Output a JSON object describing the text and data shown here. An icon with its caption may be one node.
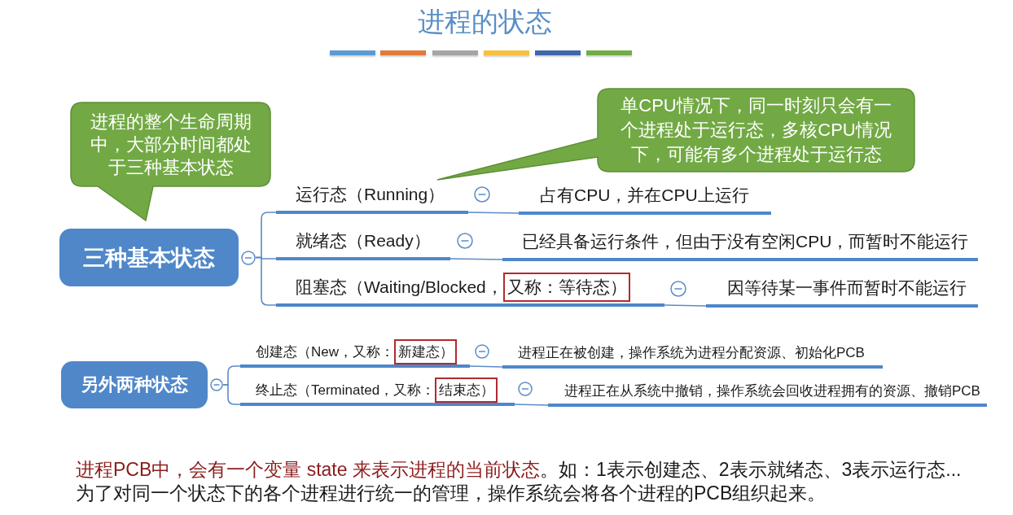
{
  "diagram": {
    "title": "进程的状态",
    "nodes": [
      {
        "text": [
          "进程的整个生命周期中，大部分时间都处于三种基本状态"
        ]
      },
      {
        "text": [
          "单CPU情况下，同一时刻只会有一个进程处于运行态，多核CPU情况下，可能有多个进程处于运行态"
        ]
      },
      {
        "text": [
          "三种基本状态"
        ]
      },
      {
        "text": [
          "运行态（Running）"
        ]
      },
      {
        "text": [
          "占有CPU，并在CPU上运行"
        ]
      },
      {
        "text": [
          "就绪态（Ready）"
        ]
      },
      {
        "text": [
          "已经具备运行条件，但由于没有空闲CPU，而暂时不能运行"
        ]
      },
      {
        "text": [
          "阻塞态（Waiting/Blocked，"
        ]
      },
      {
        "text": [
          "又称：等待态）"
        ],
        "in": 7
      },
      {
        "text": [
          "因等待某一事件而暂时不能运行"
        ]
      },
      {
        "text": [
          "另外两种状态"
        ]
      },
      {
        "text": [
          "创建态（New，又称："
        ]
      },
      {
        "text": [
          "新建态）"
        ],
        "in": 11
      },
      {
        "text": [
          "进程正在被创建，操作系统为进程分配资源、初始化PCB"
        ]
      },
      {
        "text": [
          "终止态（Terminated，又称："
        ]
      },
      {
        "text": [
          "结束态）"
        ],
        "in": 14
      },
      {
        "text": [
          "进程正在从系统中撤销，操作系统会回收进程拥有的资源、撤销PCB"
        ]
      }
    ],
    "edges": [
      {
        "from": 2,
        "to": 3,
        "arrow": "none"
      },
      {
        "from": 2,
        "to": 5,
        "arrow": "none"
      },
      {
        "from": 2,
        "to": 7,
        "arrow": "none"
      },
      {
        "from": 3,
        "to": 4,
        "arrow": "none"
      },
      {
        "from": 5,
        "to": 6,
        "arrow": "none"
      },
      {
        "from": 7,
        "to": 9,
        "arrow": "none"
      },
      {
        "from": 10,
        "to": 11,
        "arrow": "none"
      },
      {
        "from": 10,
        "to": 14,
        "arrow": "none"
      },
      {
        "from": 11,
        "to": 13,
        "arrow": "none"
      },
      {
        "from": 14,
        "to": 16,
        "arrow": "none"
      }
    ],
    "labels": [
      "进程PCB中，会有一个变量 state 来表示进程的当前状态",
      "。如：1表示创建态、2表示就绪态、3表示运行态...",
      "为了对同一个状态下的各个进程进行统一的管理，操作系统会将各个进程的PCB组织起来。"
    ]
  }
}
